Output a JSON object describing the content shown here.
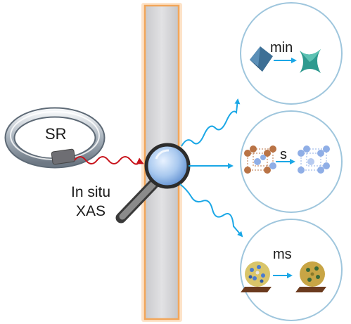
{
  "labels": {
    "source": "SR",
    "technique_line1": "In situ",
    "technique_line2": "XAS",
    "timescale_1": "min",
    "timescale_2": "s",
    "timescale_3": "ms"
  },
  "colors": {
    "xray_wave": "#c8141c",
    "probe_wave": "#1aa7e6",
    "panel_border": "#f2a65a",
    "panel_fill": "#d7d7da",
    "circle_border": "#9fc6dd",
    "octahedron": "#3d6f95",
    "star_shape": "#2e9a8f",
    "atom_brown": "#b97345",
    "atom_blue": "#8faee6",
    "cluster_base": "#6b3a1e"
  },
  "icons": [
    "synchrotron-ring-icon",
    "magnifier-icon",
    "octahedron-icon",
    "concave-star-icon",
    "crystal-lattice-icon",
    "nanoparticle-cluster-icon"
  ]
}
